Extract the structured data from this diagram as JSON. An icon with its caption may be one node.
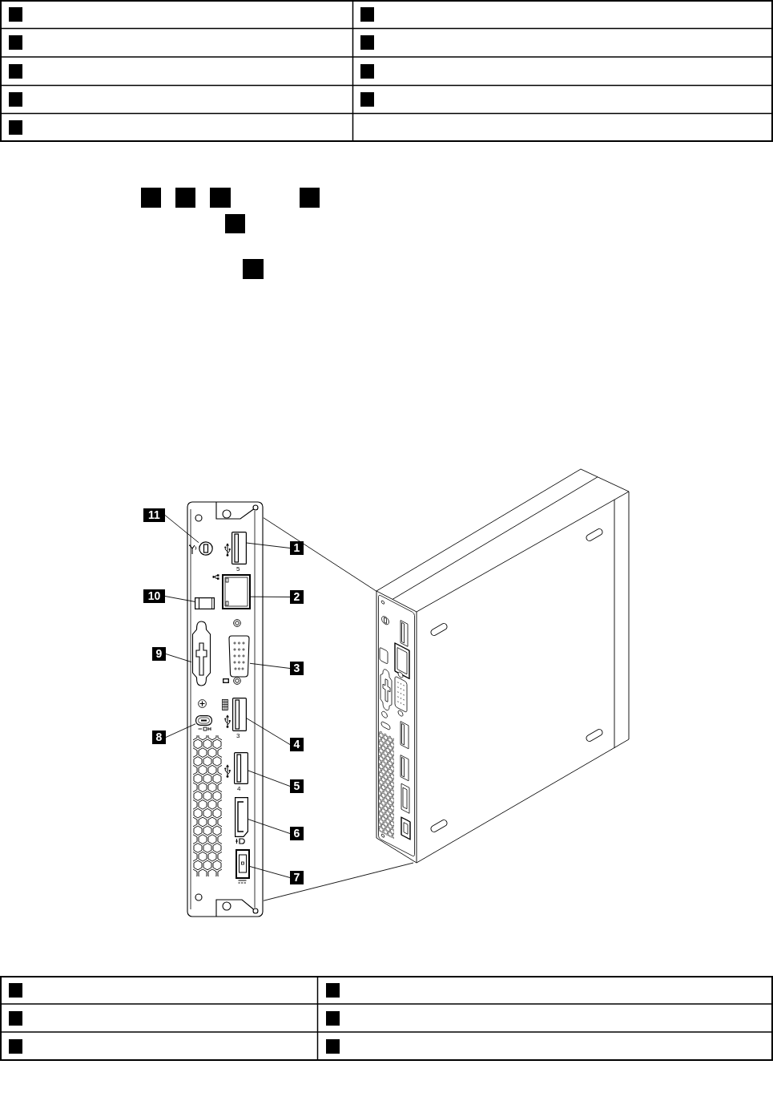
{
  "diagram": {
    "nodes": [
      {
        "text": [],
        "shape": "box"
      },
      {
        "text": [],
        "shape": "box"
      },
      {
        "text": [],
        "shape": "box"
      },
      {
        "text": [],
        "shape": "box"
      },
      {
        "text": [],
        "shape": "box"
      },
      {
        "text": [],
        "shape": "box"
      },
      {
        "text": [],
        "shape": "box"
      },
      {
        "text": [],
        "shape": "box"
      },
      {
        "text": [],
        "shape": "box"
      },
      {
        "text": [],
        "shape": "box"
      },
      {
        "text": [],
        "shape": "box"
      },
      {
        "text": [],
        "shape": "box"
      },
      {
        "text": [],
        "shape": "box"
      },
      {
        "text": [],
        "shape": "box"
      },
      {
        "text": [],
        "shape": "box"
      },
      {
        "text": [],
        "shape": "picture"
      },
      {
        "text": [],
        "shape": "picture",
        "in": 15
      },
      {
        "text": [],
        "shape": "picture",
        "in": 15
      },
      {
        "text": [],
        "shape": "picture",
        "in": 15
      },
      {
        "text": [],
        "shape": "picture",
        "in": 15
      },
      {
        "text": [],
        "shape": "picture",
        "in": 15
      },
      {
        "text": [],
        "shape": "picture",
        "in": 15
      },
      {
        "text": [],
        "shape": "picture",
        "in": 15
      },
      {
        "text": [],
        "shape": "picture",
        "in": 15
      },
      {
        "text": [],
        "shape": "picture",
        "in": 15
      },
      {
        "text": [],
        "shape": "picture",
        "in": 15
      },
      {
        "text": [],
        "shape": "picture",
        "in": 15
      },
      {
        "text": [],
        "shape": "picture"
      },
      {
        "text": [
          "11"
        ]
      },
      {
        "text": [
          "1"
        ]
      },
      {
        "text": [
          "10"
        ]
      },
      {
        "text": [
          "2"
        ]
      },
      {
        "text": [
          "9"
        ]
      },
      {
        "text": [
          "3"
        ]
      },
      {
        "text": [
          "8"
        ]
      },
      {
        "text": [
          "4"
        ]
      },
      {
        "text": [
          "5"
        ]
      },
      {
        "text": [
          "6"
        ]
      },
      {
        "text": [
          "7"
        ]
      },
      {
        "text": [],
        "shape": "box"
      },
      {
        "text": [],
        "shape": "box"
      },
      {
        "text": [],
        "shape": "box"
      },
      {
        "text": [],
        "shape": "box"
      },
      {
        "text": [],
        "shape": "box"
      },
      {
        "text": [],
        "shape": "box"
      }
    ],
    "edges": [
      {
        "from": 28,
        "to": 16,
        "arrow": "none"
      },
      {
        "from": 29,
        "to": 17,
        "arrow": "none"
      },
      {
        "from": 30,
        "to": 18,
        "arrow": "none"
      },
      {
        "from": 31,
        "to": 19,
        "arrow": "none"
      },
      {
        "from": 32,
        "to": 20,
        "arrow": "none"
      },
      {
        "from": 33,
        "to": 21,
        "arrow": "none"
      },
      {
        "from": 34,
        "to": 22,
        "arrow": "none"
      },
      {
        "from": 35,
        "to": 23,
        "arrow": "none"
      },
      {
        "from": 36,
        "to": 24,
        "arrow": "none"
      },
      {
        "from": 37,
        "to": 25,
        "arrow": "none"
      },
      {
        "from": 38,
        "to": 26,
        "arrow": "none"
      },
      {
        "from": 15,
        "to": 27,
        "arrow": "none"
      },
      {
        "from": 15,
        "to": 27,
        "arrow": "none"
      }
    ],
    "labels": [
      "5",
      "3",
      "4"
    ]
  }
}
